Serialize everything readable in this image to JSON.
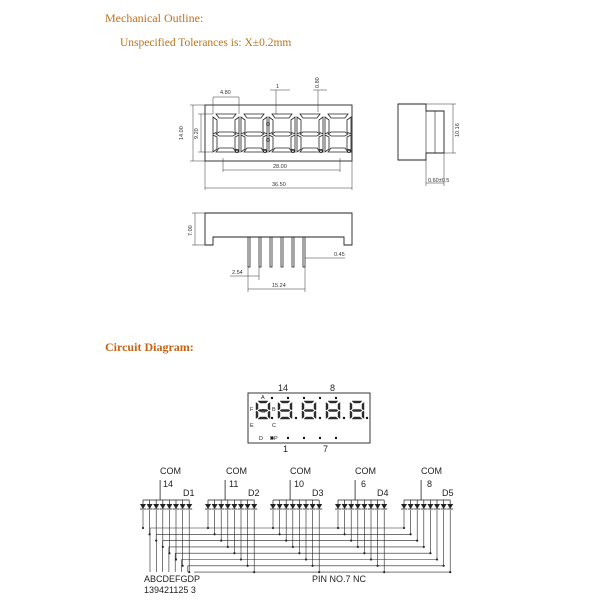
{
  "mechanical": {
    "title": "Mechanical Outline:",
    "tolerance": "Unspecified Tolerances is: X±0.2mm",
    "dims": {
      "digit_w": "4.80",
      "seg": "1",
      "dp": "0.80",
      "height": "14.00",
      "digit_h": "9.20",
      "span": "28.00",
      "total": "36.50",
      "side": "10.16",
      "side_b": "0.60±0.5",
      "depth": "7.00",
      "pitch": "2.54",
      "pin_d": "0.45",
      "pin_span": "15.24"
    }
  },
  "circuit": {
    "title": "Circuit Diagram:",
    "top_pins": [
      "14",
      "8"
    ],
    "bottom_pins": [
      "1",
      "7"
    ],
    "seg_letters": [
      "A",
      "F",
      "G",
      "B",
      "E",
      "C",
      "D",
      "DP"
    ],
    "com_label": "COM",
    "digits": [
      {
        "pin": "14",
        "name": "D1"
      },
      {
        "pin": "11",
        "name": "D2"
      },
      {
        "pin": "10",
        "name": "D3"
      },
      {
        "pin": "6",
        "name": "D4"
      },
      {
        "pin": "8",
        "name": "D5"
      }
    ],
    "seg_names": "ABCDEFGDP",
    "seg_pins": "139421125 3",
    "nc_note": "PIN NO.7 NC"
  }
}
